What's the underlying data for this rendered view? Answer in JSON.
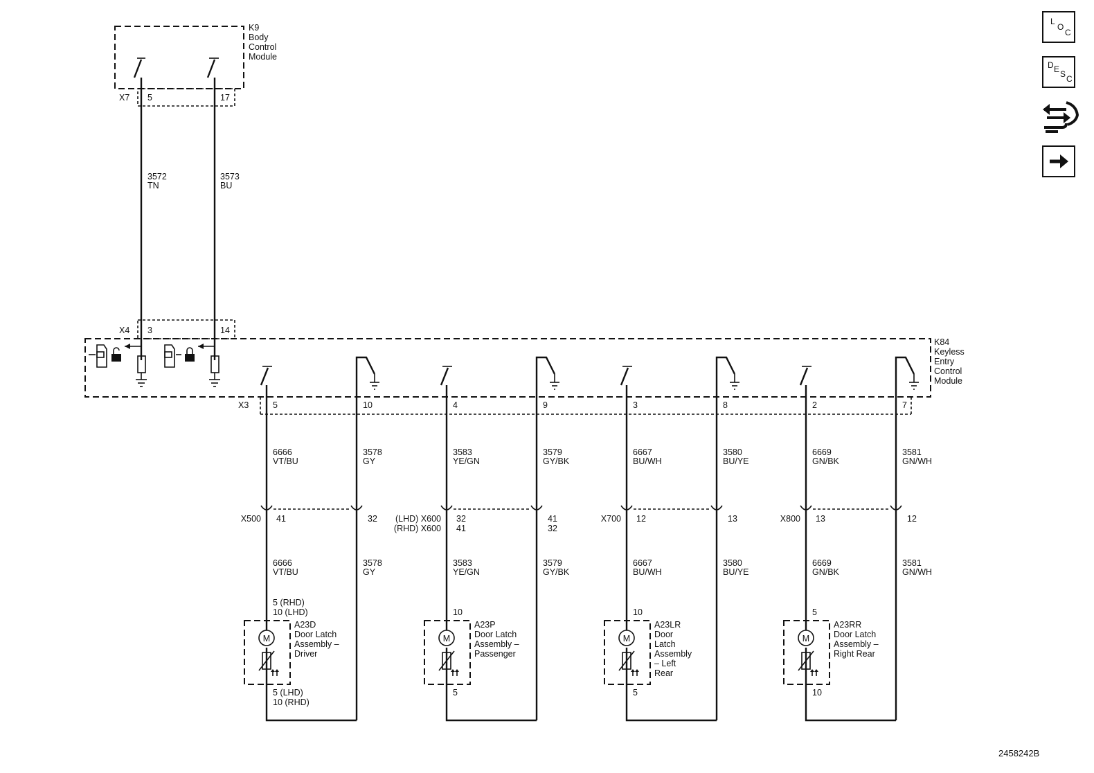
{
  "k9": {
    "ref": "K9",
    "name_lines": [
      "Body",
      "Control",
      "Module"
    ],
    "connector": "X7",
    "pins": [
      "5",
      "17"
    ]
  },
  "upper_wires": [
    {
      "circuit": "3572",
      "color": "TN"
    },
    {
      "circuit": "3573",
      "color": "BU"
    }
  ],
  "k84": {
    "ref": "K84",
    "name_lines": [
      "Keyless",
      "Entry",
      "Control",
      "Module"
    ],
    "input_connector": "X4",
    "input_pins": [
      "3",
      "14"
    ],
    "output_connector": "X3"
  },
  "channels": [
    {
      "pin_a": "5",
      "pin_b": "10",
      "circuit_a": "6666",
      "color_a": "VT/BU",
      "circuit_b": "3578",
      "color_b": "GY",
      "inline_lines": [
        "X500"
      ],
      "inline_a_lines": [
        "41"
      ],
      "inline_b_lines": [
        "32"
      ],
      "latch_top_lines": [
        "5 (RHD)",
        "10 (LHD)"
      ],
      "latch_bottom_lines": [
        "5 (LHD)",
        "10 (RHD)"
      ],
      "ref": "A23D",
      "name_lines": [
        "Door Latch",
        "Assembly –",
        "Driver"
      ]
    },
    {
      "pin_a": "4",
      "pin_b": "9",
      "circuit_a": "3583",
      "color_a": "YE/GN",
      "circuit_b": "3579",
      "color_b": "GY/BK",
      "inline_lines": [
        "(LHD) X600",
        "(RHD) X600"
      ],
      "inline_a_lines": [
        "32",
        "41"
      ],
      "inline_b_lines": [
        "41",
        "32"
      ],
      "latch_top_lines": [
        "10"
      ],
      "latch_bottom_lines": [
        "5"
      ],
      "ref": "A23P",
      "name_lines": [
        "Door Latch",
        "Assembly –",
        "Passenger"
      ]
    },
    {
      "pin_a": "3",
      "pin_b": "8",
      "circuit_a": "6667",
      "color_a": "BU/WH",
      "circuit_b": "3580",
      "color_b": "BU/YE",
      "inline_lines": [
        "X700"
      ],
      "inline_a_lines": [
        "12"
      ],
      "inline_b_lines": [
        "13"
      ],
      "latch_top_lines": [
        "10"
      ],
      "latch_bottom_lines": [
        "5"
      ],
      "ref": "A23LR",
      "name_lines": [
        "Door",
        "Latch",
        "Assembly",
        "– Left",
        "Rear"
      ]
    },
    {
      "pin_a": "2",
      "pin_b": "7",
      "circuit_a": "6669",
      "color_a": "GN/BK",
      "circuit_b": "3581",
      "color_b": "GN/WH",
      "inline_lines": [
        "X800"
      ],
      "inline_a_lines": [
        "13"
      ],
      "inline_b_lines": [
        "12"
      ],
      "latch_top_lines": [
        "5"
      ],
      "latch_bottom_lines": [
        "10"
      ],
      "ref": "A23RR",
      "name_lines": [
        "Door Latch",
        "Assembly –",
        "Right Rear"
      ]
    }
  ],
  "motor_label": "M",
  "nav": {
    "loc": [
      "L",
      "O",
      "C"
    ],
    "desc": [
      "D",
      "E",
      "S",
      "C"
    ],
    "icons": [
      "connector-end-view-icon",
      "next-page-arrow-icon"
    ]
  },
  "diagram_id": "2458242B"
}
